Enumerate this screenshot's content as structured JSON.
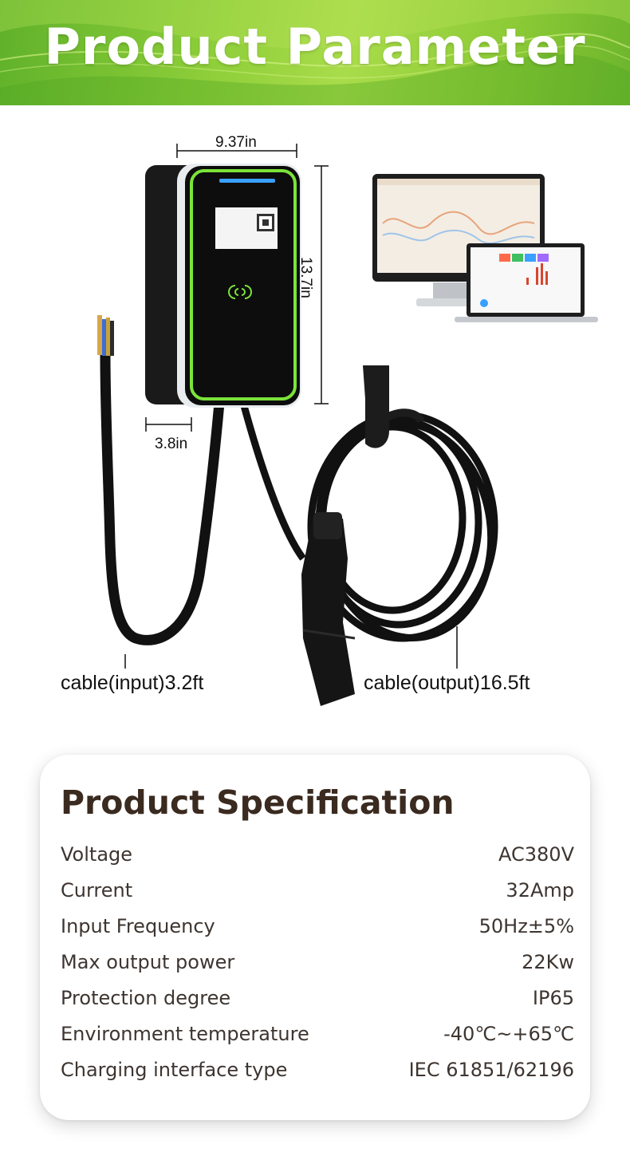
{
  "banner": {
    "title": "Product Parameter"
  },
  "dimensions": {
    "width": "9.37in",
    "height": "13.7in",
    "depth": "3.8in"
  },
  "cables": {
    "input": "cable(input)3.2ft",
    "output": "cable(output)16.5ft"
  },
  "spec": {
    "title": "Product Specification",
    "rows": [
      {
        "label": "Voltage",
        "value": "AC380V"
      },
      {
        "label": "Current",
        "value": "32Amp"
      },
      {
        "label": "Input Frequency",
        "value": "50Hz±5%"
      },
      {
        "label": "Max output power",
        "value": "22Kw"
      },
      {
        "label": "Protection degree",
        "value": "IP65"
      },
      {
        "label": "Environment temperature",
        "value": "-40℃~+65℃"
      },
      {
        "label": "Charging interface type",
        "value": "IEC 61851/62196"
      }
    ]
  },
  "colors": {
    "banner_green": "#8fcf3a",
    "accent_green": "#7be33a",
    "spec_title": "#3a2a1f"
  }
}
